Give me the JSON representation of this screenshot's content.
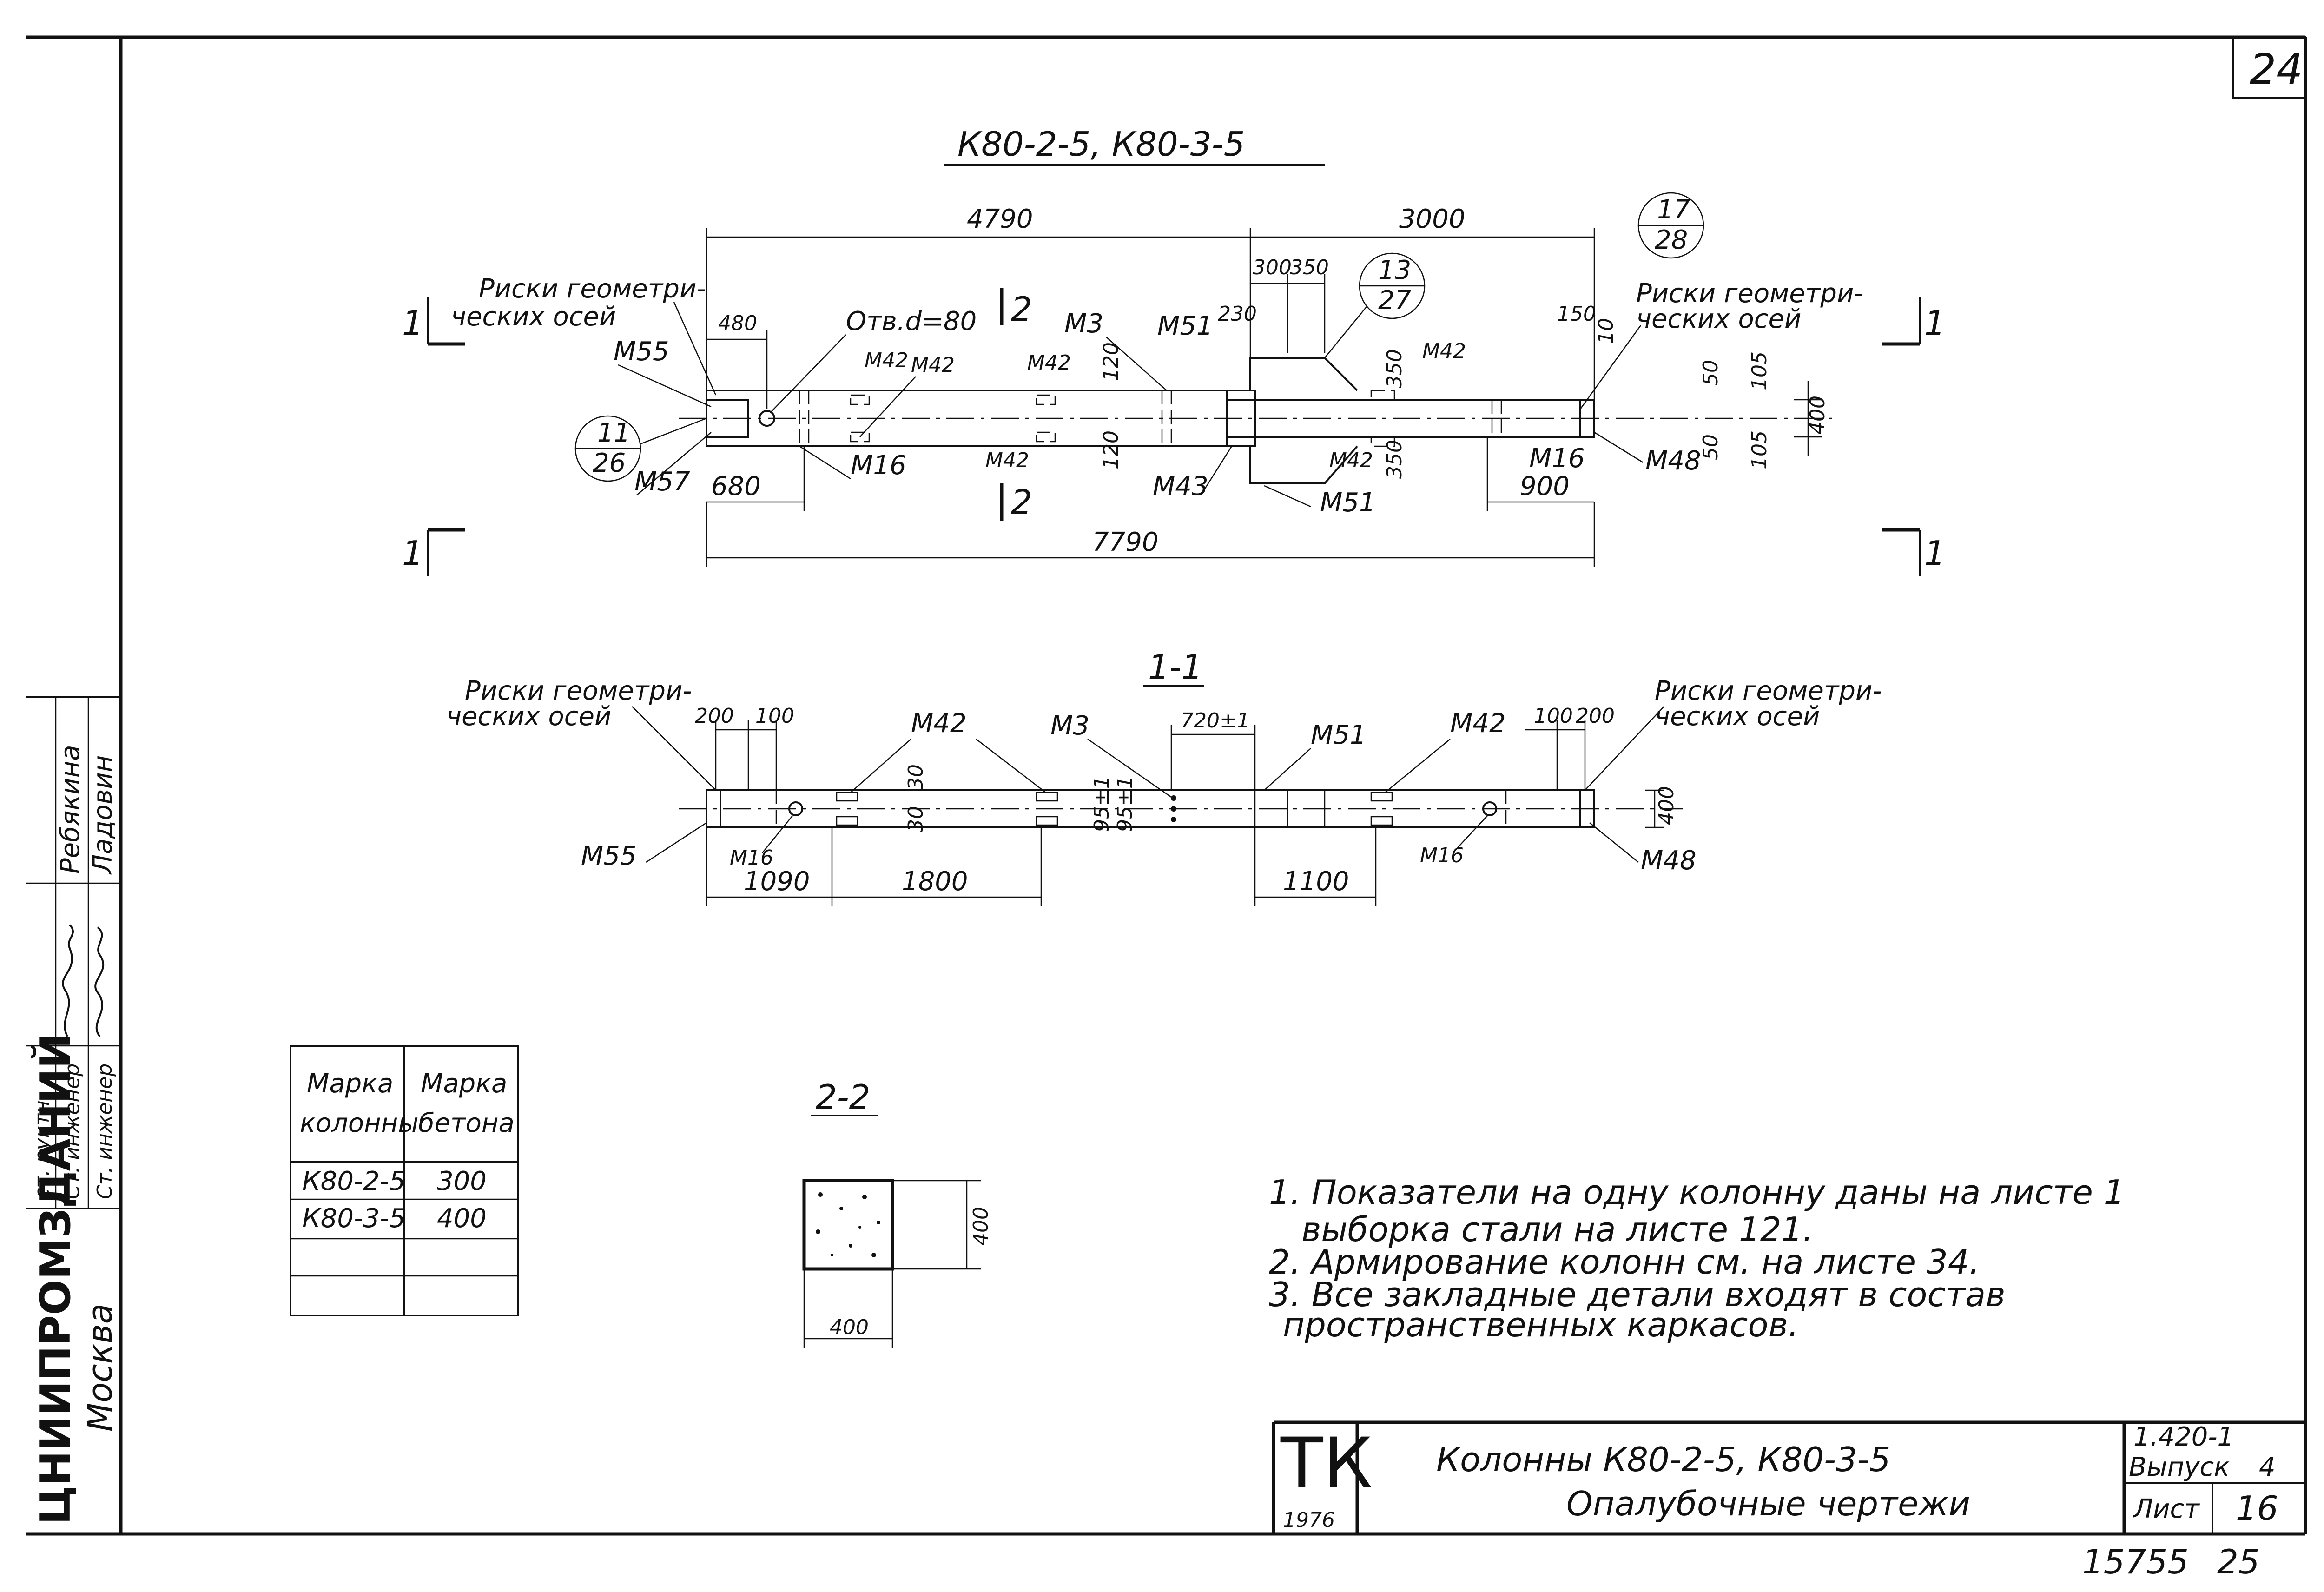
{
  "sheet": {
    "page_no_top": "24",
    "title": "К80-2-5, К80-3-5",
    "bottom_left_num": "15755",
    "bottom_right_num": "25"
  },
  "plan_view": {
    "dims": {
      "d4790": "4790",
      "d3000": "3000",
      "d7790": "7790",
      "d480": "480",
      "d680": "680",
      "d900": "900",
      "d300": "300",
      "d350": "350",
      "d230": "230",
      "d150": "150",
      "d120a": "120",
      "d120b": "120",
      "d350a": "350",
      "d350b": "350",
      "d50": "50",
      "d105a": "105",
      "d105b": "105",
      "d400": "400",
      "d10": "10",
      "d50b": "50"
    },
    "labels": {
      "riski_left_1": "Риски геометри-",
      "riski_left_2": "ческих осей",
      "riski_right_1": "Риски геометри-",
      "riski_right_2": "ческих осей",
      "otv": "Отв.d=80",
      "m55": "М55",
      "m57": "М57",
      "m42a": "М42",
      "m42b": "М42",
      "m42c": "М42",
      "m42d": "М42",
      "m42e": "М42",
      "m42f": "М42",
      "m3": "М3",
      "m51a": "М51",
      "m51b": "М51",
      "m16a": "М16",
      "m16b": "М16",
      "m43": "М43",
      "m48": "М48"
    },
    "callouts": {
      "c11_top": "11",
      "c11_bot": "26",
      "c13_top": "13",
      "c13_bot": "27",
      "c17_top": "17",
      "c17_bot": "28"
    },
    "section_marks": {
      "s1_tl": "1",
      "s1_tr": "1",
      "s1_bl": "1",
      "s1_br": "1",
      "s2_top": "2",
      "s2_bot": "2"
    }
  },
  "section_1_1": {
    "title": "1-1",
    "dims": {
      "d200a": "200",
      "d100a": "100",
      "d1090": "1090",
      "d1800": "1800",
      "d720": "720±1",
      "d1100": "1100",
      "d100b": "100",
      "d200b": "200",
      "d400": "400",
      "d30a": "30",
      "d30b": "30",
      "d95": "95±1",
      "d95b": "95±1"
    },
    "labels": {
      "riski_left_1": "Риски геометри-",
      "riski_left_2": "ческих осей",
      "riski_right_1": "Риски геометри-",
      "riski_right_2": "ческих осей",
      "m42a": "М42",
      "m42b": "М42",
      "m3": "М3",
      "m51": "М51",
      "m55": "М55",
      "m16a": "М16",
      "m16b": "М16",
      "m48": "М48"
    }
  },
  "section_2_2": {
    "title": "2-2",
    "dim_width": "400",
    "dim_height": "400"
  },
  "concrete_table": {
    "headers": [
      [
        "Марка",
        "колонны"
      ],
      [
        "Марка",
        "бетона"
      ]
    ],
    "rows": [
      [
        "К80-2-5",
        "300"
      ],
      [
        "К80-3-5",
        "400"
      ],
      [
        "",
        ""
      ]
    ]
  },
  "notes": [
    "1. Показатели на одну колонну даны на листе 1",
    "выборка стали на листе 121.",
    "2. Армирование колонн см. на листе 34.",
    "3. Все закладные детали входят в состав",
    "пространственных каркасов."
  ],
  "left_strip": {
    "org": "ЦНИИПРОМЗДАНИЙ",
    "city": "Москва",
    "role1": "Ст. инженер",
    "role2": "Ст. инженер",
    "name1": "Ребякина",
    "name2": "Ладовин",
    "partial_role": "ст. руктн"
  },
  "title_block": {
    "tk": "ТК",
    "year": "1976",
    "title_line1": "Колонны К80-2-5, К80-3-5",
    "title_line2": "Опалубочные чертежи",
    "series": "1.420-1",
    "issue_label": "Выпуск",
    "issue_no": "4",
    "sheet_label": "Лист",
    "sheet_no": "16"
  }
}
